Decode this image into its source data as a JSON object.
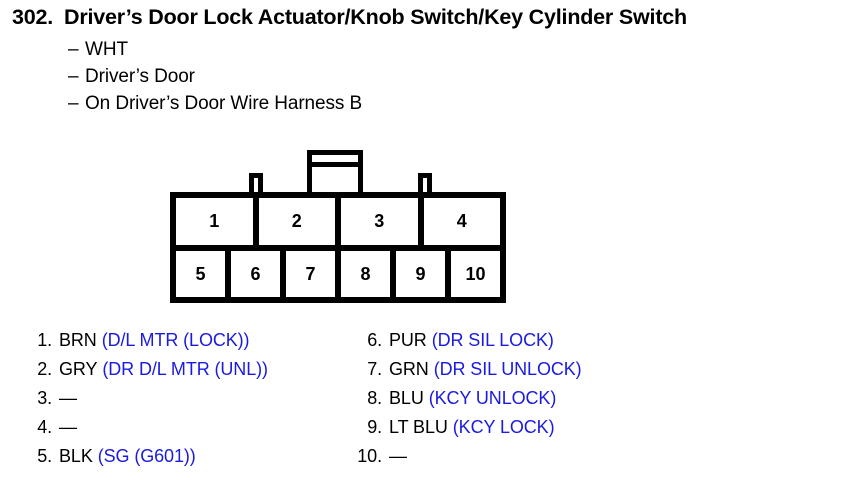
{
  "header": {
    "number": "302.",
    "title": "Driver’s Door Lock Actuator/Knob Switch/Key Cylinder Switch",
    "dash": "–",
    "details": [
      "WHT",
      "Driver’s Door",
      "On Driver’s Door Wire Harness B"
    ]
  },
  "connector": {
    "top_row": [
      "1",
      "2",
      "3",
      "4"
    ],
    "bottom_row": [
      "5",
      "6",
      "7",
      "8",
      "9",
      "10"
    ]
  },
  "legend": {
    "empty_marker": "—",
    "circuit_color": "#1a1ae0",
    "left": [
      {
        "num": "1.",
        "wire": "BRN",
        "circuit": "(D/L MTR (LOCK))"
      },
      {
        "num": "2.",
        "wire": "GRY",
        "circuit": "(DR D/L MTR (UNL))"
      },
      {
        "num": "3.",
        "wire": "—",
        "circuit": ""
      },
      {
        "num": "4.",
        "wire": "—",
        "circuit": ""
      },
      {
        "num": "5.",
        "wire": "BLK",
        "circuit": "(SG (G601))"
      }
    ],
    "right": [
      {
        "num": "6.",
        "wire": "PUR",
        "circuit": "(DR SIL LOCK)"
      },
      {
        "num": "7.",
        "wire": "GRN",
        "circuit": "(DR SIL UNLOCK)"
      },
      {
        "num": "8.",
        "wire": "BLU",
        "circuit": "(KCY UNLOCK)"
      },
      {
        "num": "9.",
        "wire": "LT BLU",
        "circuit": "(KCY LOCK)"
      },
      {
        "num": "10.",
        "wire": "—",
        "circuit": ""
      }
    ]
  }
}
